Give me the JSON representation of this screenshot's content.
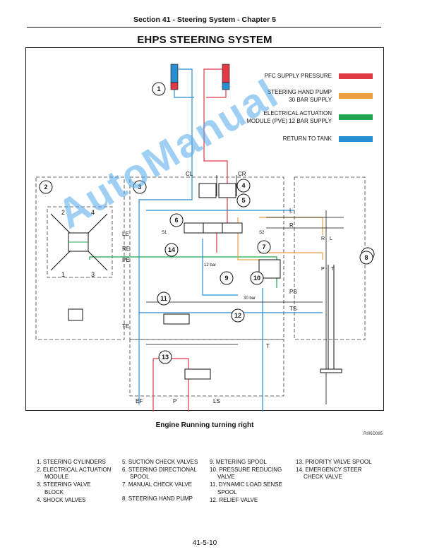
{
  "header": "Section 41 - Steering System - Chapter 5",
  "title": "EHPS STEERING SYSTEM",
  "legend_lines": [
    {
      "label": "PFC SUPPLY PRESSURE",
      "color": "#e03a47"
    },
    {
      "label": "STEERING HAND PUMP\n30 BAR SUPPLY",
      "color": "#eba040"
    },
    {
      "label": "ELECTRICAL ACTUATION\nMODULE (PVE) 12 BAR SUPPLY",
      "color": "#21a54f"
    },
    {
      "label": "RETURN TO TANK",
      "color": "#2a8fd0"
    }
  ],
  "diagram_labels": {
    "cl": "CL",
    "cr": "CR",
    "le": "LE",
    "re": "RE",
    "pe": "PE",
    "te": "TE",
    "l": "L",
    "r": "R",
    "ps": "PS",
    "ts": "TS",
    "t": "T",
    "ef": "EF",
    "p": "P",
    "ls": "LS",
    "s1": "S1",
    "s2": "S2",
    "bar12": "12 bar",
    "bar30": "30 bar",
    "pump_r": "R",
    "pump_l": "L",
    "pump_p": "P",
    "pump_t": "T",
    "pve_2": "2",
    "pve_4": "4",
    "pve_1": "1",
    "pve_3": "3"
  },
  "callouts": [
    "1",
    "2",
    "3",
    "4",
    "5",
    "6",
    "7",
    "8",
    "9",
    "10",
    "11",
    "12",
    "13",
    "14"
  ],
  "caption": "Engine Running turning right",
  "ref_code": "RI06D085",
  "legend_items": {
    "col1": [
      "1. STEERING CYLINDERS",
      "2. ELECTRICAL ACTUATION",
      "MODULE",
      "3. STEERING VALVE",
      "BLOCK",
      "4. SHOCK VALVES"
    ],
    "col2": [
      "5. SUCTION CHECK VALVES",
      "6. STEERING DIRECTIONAL",
      "SPOOL",
      "7. MANUAL CHECK VALVE",
      "8. STEERING HAND PUMP"
    ],
    "col3": [
      "9. METERING SPOOL",
      "10. PRESSURE REDUCING",
      "VALVE",
      "11. DYNAMIC LOAD SENSE",
      "SPOOL",
      "12. RELIEF VALVE"
    ],
    "col4": [
      "13. PRIORITY VALVE SPOOL",
      "14. EMERGENCY STEER",
      "CHECK VALVE"
    ]
  },
  "page_number": "41-5-10",
  "watermark": "AutoManual"
}
